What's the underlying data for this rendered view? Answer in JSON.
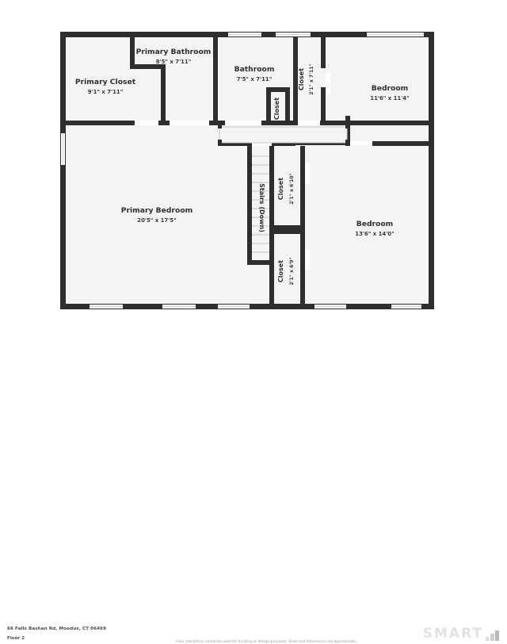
{
  "document": {
    "address": "66 Falls Bashan Rd, Moodus, CT 06469",
    "floor_label": "Floor 2",
    "disclaimer": "Floor plans/tour cannot be used for building or design purposes. Sizes and dimensions are approximate.",
    "brand": "SMART"
  },
  "colors": {
    "wall": "#2e2e2e",
    "floor_fill": "#f4f4f4",
    "page_background": "#ffffff",
    "opening_white": "#ffffff",
    "text_dark": "#2f2f2f",
    "text_dim": "#3a3a3a",
    "brand_gray": "#e2e2e2",
    "disclaimer_gray": "#9a9a9a"
  },
  "rooms": [
    {
      "id": "primary-closet",
      "name": "Primary Closet",
      "dimensions": "9'1\" x 7'11\"",
      "orientation": "horizontal"
    },
    {
      "id": "primary-bathroom",
      "name": "Primary Bathroom",
      "dimensions": "8'5\" x 7'11\"",
      "orientation": "horizontal"
    },
    {
      "id": "bathroom",
      "name": "Bathroom",
      "dimensions": "7'5\" x 7'11\"",
      "orientation": "horizontal"
    },
    {
      "id": "closet-hall",
      "name": "Closet",
      "dimensions": "",
      "orientation": "vertical"
    },
    {
      "id": "closet-bedroom-ne",
      "name": "Closet",
      "dimensions": "2'1\" x 7'11\"",
      "orientation": "vertical"
    },
    {
      "id": "bedroom-ne",
      "name": "Bedroom",
      "dimensions": "11'6\" x 11'4\"",
      "orientation": "horizontal"
    },
    {
      "id": "primary-bedroom",
      "name": "Primary Bedroom",
      "dimensions": "20'5\" x 17'5\"",
      "orientation": "horizontal"
    },
    {
      "id": "stairs",
      "name": "Stairs (Down)",
      "dimensions": "",
      "orientation": "vertical"
    },
    {
      "id": "closet-mid",
      "name": "Closet",
      "dimensions": "2'1\" x 6'10\"",
      "orientation": "vertical"
    },
    {
      "id": "closet-lower",
      "name": "Closet",
      "dimensions": "2'1\" x 6'9\"",
      "orientation": "vertical"
    },
    {
      "id": "bedroom-se",
      "name": "Bedroom",
      "dimensions": "13'6\" x 14'0\"",
      "orientation": "horizontal"
    }
  ]
}
